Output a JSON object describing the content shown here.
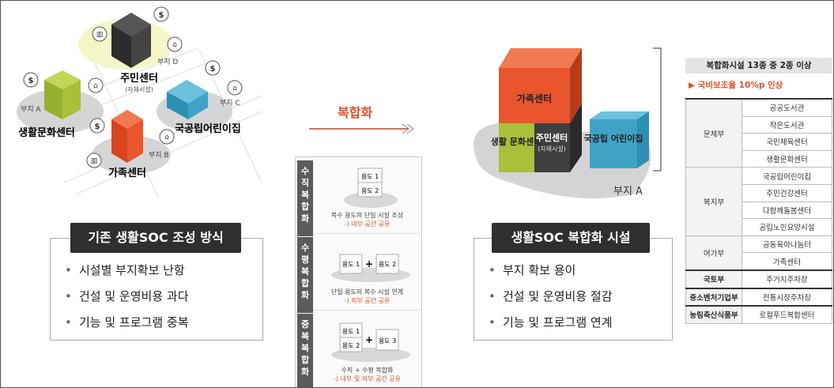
{
  "left_map": {
    "buildings": [
      {
        "name": "주민센터",
        "sub": "(자체시설)",
        "lot": "부지 D",
        "color": "#3f3f3f"
      },
      {
        "name": "생활문화센터",
        "lot": "부지 A",
        "color": "#a8c03a"
      },
      {
        "name": "가족센터",
        "lot": "부지 B",
        "color": "#e8552e"
      },
      {
        "name": "국공립어린이집",
        "lot": "부지 C",
        "color": "#3ea3c7"
      }
    ],
    "dollar_symbol": "$",
    "title": "기존 생활SOC 조성 방식",
    "bullets": [
      "시설별 부지확보 난항",
      "건설 및 운영비용 과다",
      "기능 및 프로그램 중복"
    ]
  },
  "middle": {
    "arrow_label": "복합화",
    "sections": [
      {
        "tab": "수직 복합화",
        "blocks": [
          "용도 1",
          "용도 2"
        ],
        "caption_main": "복수 용도의 단일 시설 조성",
        "caption_red": "-) 내부 공간 공유"
      },
      {
        "tab": "수평 복합화",
        "blocks": [
          "용도 1",
          "용도 2"
        ],
        "caption_main": "단일 용도의 복수 시설 연계",
        "caption_red": "-) 외부 공간 공유"
      },
      {
        "tab": "중복 복합화",
        "blocks": [
          "용도 1",
          "용도 2",
          "용도 3"
        ],
        "caption_main": "수직 + 수평 복합화",
        "caption_red": "-) 내부 및 외부 공간 공유"
      }
    ],
    "plus": "+"
  },
  "right_complex": {
    "blocks": {
      "top": "가족센터",
      "left": "생활 문화센터",
      "mid": "주민센터",
      "mid_sub": "(자체시설)",
      "right": "국공립 어린이집"
    },
    "lot": "부지 A",
    "title": "생활SOC 복합화 시설",
    "bullets": [
      "부지 확보 용이",
      "건설 및 운영비용 절감",
      "기능 및 프로그램 연계"
    ]
  },
  "table": {
    "header": "복합화시설 13종 중 2종 이상",
    "subheader": "▶ 국비보조율 10%p 인상",
    "groups": [
      {
        "dept": "문체부",
        "items": [
          "공공도서관",
          "작은도서관",
          "국민체육센터",
          "생활문화센터"
        ]
      },
      {
        "dept": "복지부",
        "items": [
          "국공립어린이집",
          "주민건강센터",
          "다함께돌봄센터",
          "공립노인요양시설"
        ]
      },
      {
        "dept": "여가부",
        "items": [
          "공동육아나눔터",
          "가족센터"
        ]
      },
      {
        "dept": "국토부",
        "items": [
          "주거지주차장"
        ]
      },
      {
        "dept": "중소벤처기업부",
        "items": [
          "전통시장주차장"
        ]
      },
      {
        "dept": "농림축산식품부",
        "items": [
          "로컬푸드복합센터"
        ]
      }
    ]
  },
  "colors": {
    "orange": "#e8552e",
    "green": "#a8c03a",
    "blue": "#3ea3c7",
    "dark": "#3f3f3f"
  }
}
